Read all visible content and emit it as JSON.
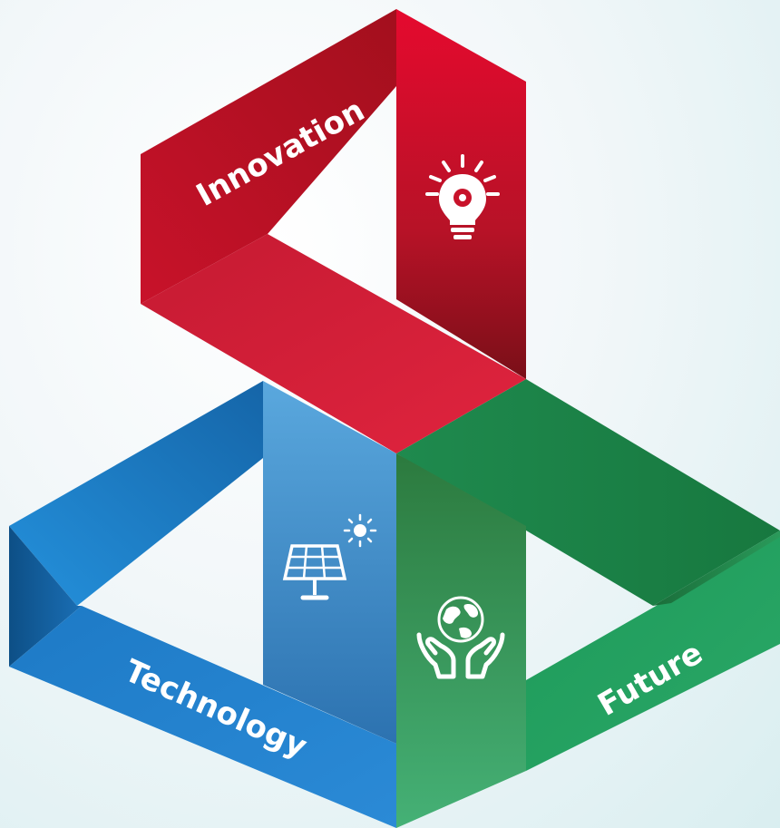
{
  "labels": {
    "innovation": "Innovation",
    "technology": "Technology",
    "future": "Future"
  },
  "icons": {
    "innovation": "lightbulb-gear-icon",
    "technology": "solar-panel-sun-icon",
    "future": "globe-in-hands-icon"
  },
  "colors": {
    "red": "#d0102c",
    "blue": "#1f7fcc",
    "green": "#249055",
    "background": "#e6f3f5"
  }
}
